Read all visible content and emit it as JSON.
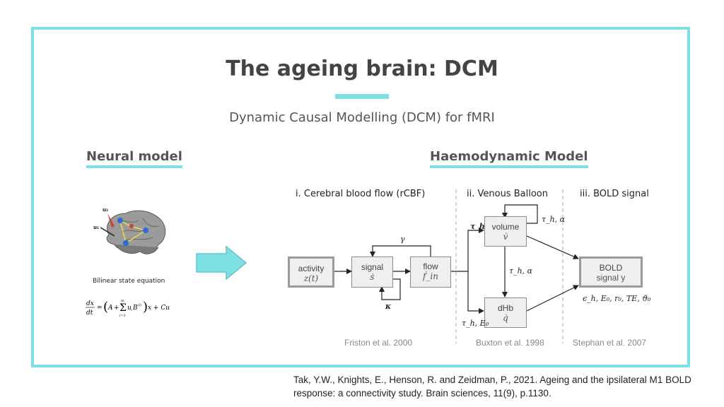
{
  "header": {
    "title": "The ageing brain: DCM",
    "subtitle": "Dynamic Causal Modelling (DCM) for fMRI"
  },
  "sections": {
    "neural": "Neural model",
    "haemodynamic": "Haemodynamic Model"
  },
  "neural_panel": {
    "label_u2": "u₂",
    "label_u1": "u₁",
    "bilinear_label": "Bilinear state equation"
  },
  "columns": {
    "cbf": "i. Cerebral blood flow (rCBF)",
    "venous": "ii. Venous Balloon",
    "bold": "iii. BOLD signal"
  },
  "boxes": {
    "activity_label": "activity",
    "activity_sym": "z(t)",
    "signal_label": "signal",
    "signal_sym": "ṡ",
    "flow_label": "flow",
    "flow_sym": "ḟ_in",
    "volume_label": "volume",
    "volume_sym": "v̇",
    "dhb_label": "dHb",
    "dhb_sym": "q̇",
    "bold_label": "BOLD",
    "bold_sym": "signal y"
  },
  "params": {
    "gamma": "γ",
    "kappa": "κ",
    "tau_top": "τ_h",
    "tau_alpha_right": "τ_h, α",
    "tau_alpha_mid": "τ_h, α",
    "tau_e0": "τ_h, E₀",
    "bold_params": "ϵ_h, E₀, r₀, TE, ϑ₀"
  },
  "citations": {
    "friston": "Friston et al. 2000",
    "buxton": "Buxton et al. 1998",
    "stephan": "Stephan et al. 2007"
  },
  "reference": "Tak, Y.W., Knights, E., Henson, R. and Zeidman, P., 2021. Ageing and the ipsilateral M1 BOLD response: a connectivity study. Brain sciences, 11(9), p.1130.",
  "colors": {
    "accent": "#7fe0e3"
  }
}
